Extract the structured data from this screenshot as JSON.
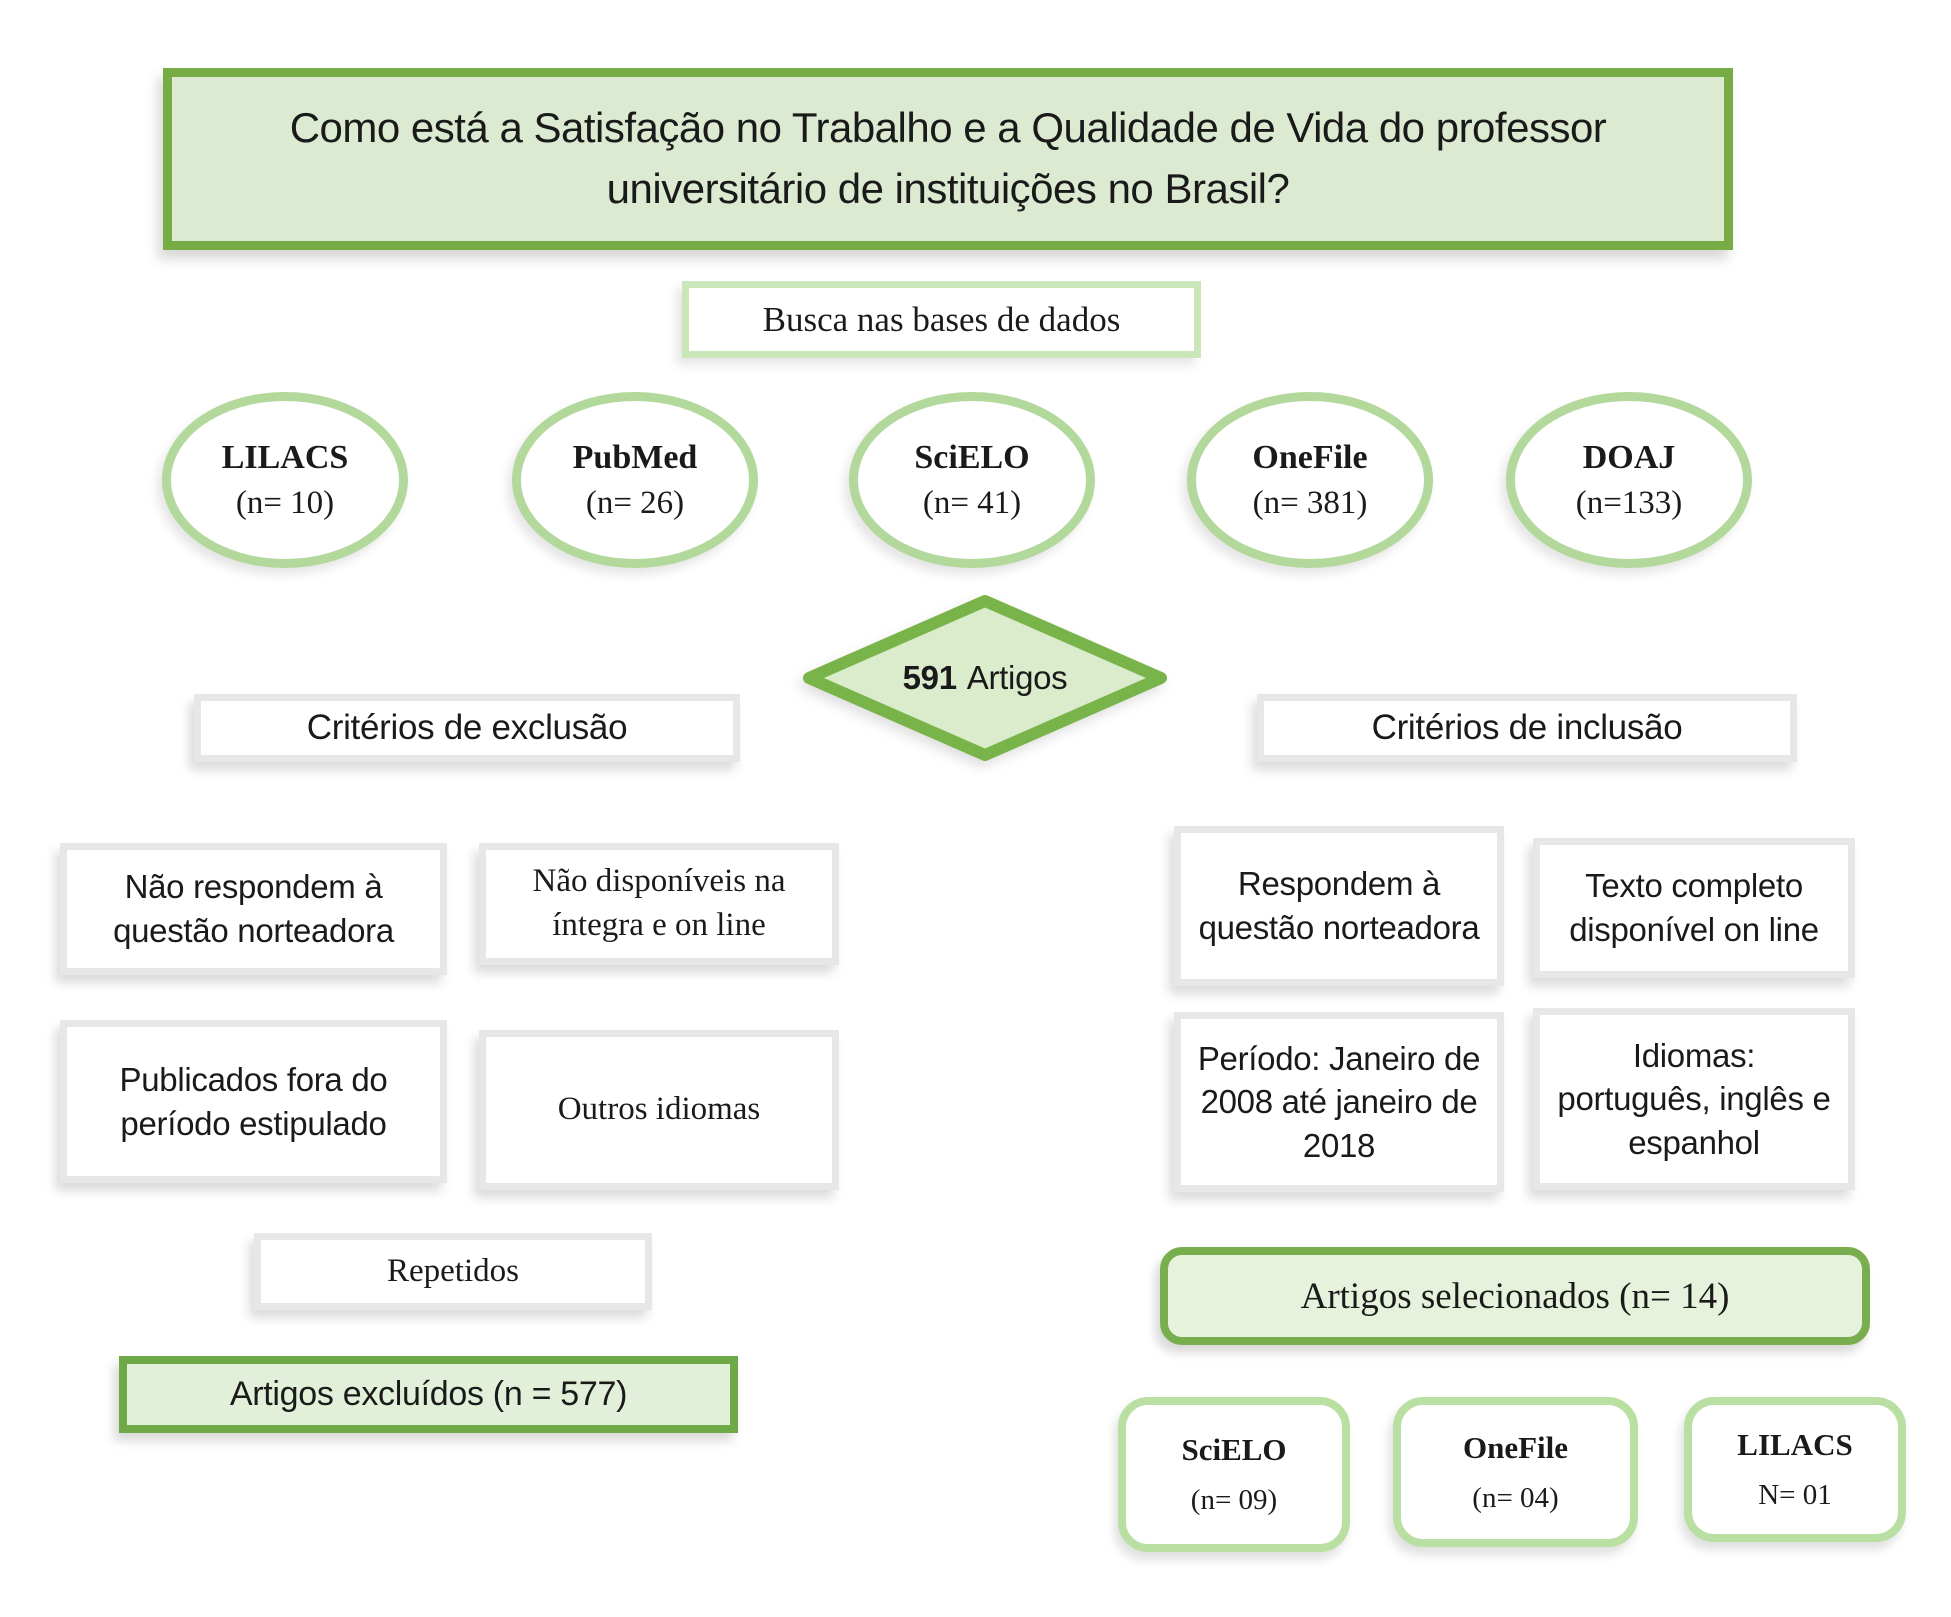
{
  "title": "Como está a Satisfação no Trabalho e a Qualidade de Vida do professor universitário de instituições no Brasil?",
  "search_label": "Busca nas bases de dados",
  "databases": [
    {
      "name": "LILACS",
      "count": "(n= 10)"
    },
    {
      "name": "PubMed",
      "count": "(n= 26)"
    },
    {
      "name": "SciELO",
      "count": "(n= 41)"
    },
    {
      "name": "OneFile",
      "count": "(n= 381)"
    },
    {
      "name": "DOAJ",
      "count": "(n=133)"
    }
  ],
  "total_articles": {
    "number": "591",
    "label": "Artigos"
  },
  "exclusion": {
    "header": "Critérios de exclusão",
    "items": [
      "Não respondem à questão norteadora",
      "Não disponíveis na íntegra e on line",
      "Publicados fora do período estipulado",
      "Outros idiomas",
      "Repetidos"
    ],
    "result": "Artigos excluídos (n = 577)"
  },
  "inclusion": {
    "header": "Critérios de inclusão",
    "items": [
      "Respondem à questão norteadora",
      "Texto completo disponível on line",
      "Período: Janeiro de 2008 até janeiro de 2018",
      "Idiomas: português, inglês e espanhol"
    ],
    "result": "Artigos selecionados (n= 14)",
    "selected_sources": [
      {
        "name": "SciELO",
        "count": "(n= 09)"
      },
      {
        "name": "OneFile",
        "count": "(n= 04)"
      },
      {
        "name": "LILACS",
        "count": "N= 01"
      }
    ]
  },
  "colors": {
    "strong_green_border": "#77ab45",
    "medium_green_border": "#6fa846",
    "pale_green_border": "#b2d99b",
    "pale_green_box_border": "#cbe6b8",
    "light_green_fill": "#dcead2",
    "lighter_green_fill": "#e3f0d9",
    "gray_box_border": "#e7e7e7"
  }
}
